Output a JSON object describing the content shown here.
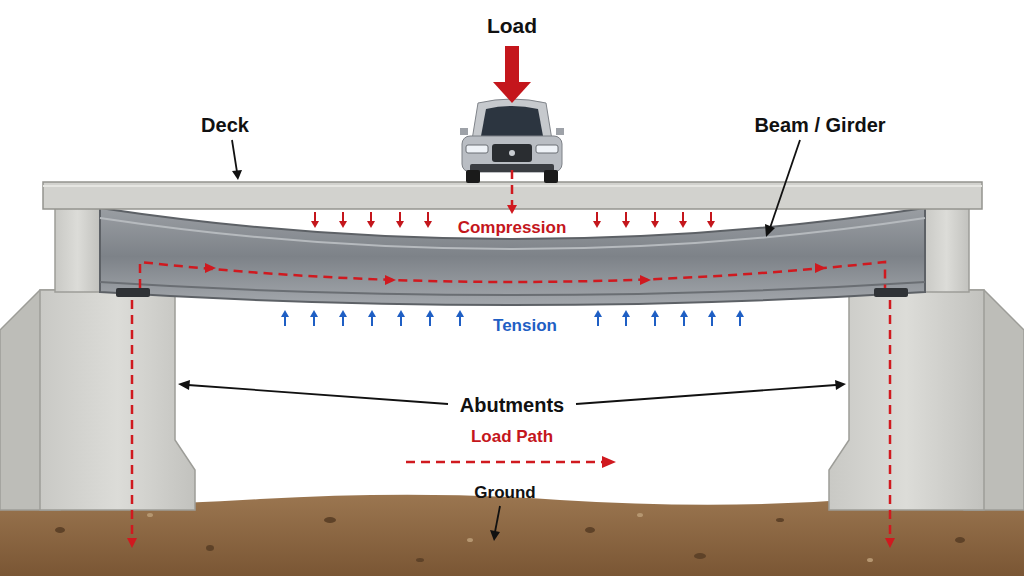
{
  "diagram": {
    "labels": [
      "Load",
      "Deck",
      "Beam / Girder",
      "Compression",
      "Tension",
      "Abutments",
      "Ground"
    ],
    "legend": [
      {
        "text": "Load Path"
      }
    ]
  }
}
